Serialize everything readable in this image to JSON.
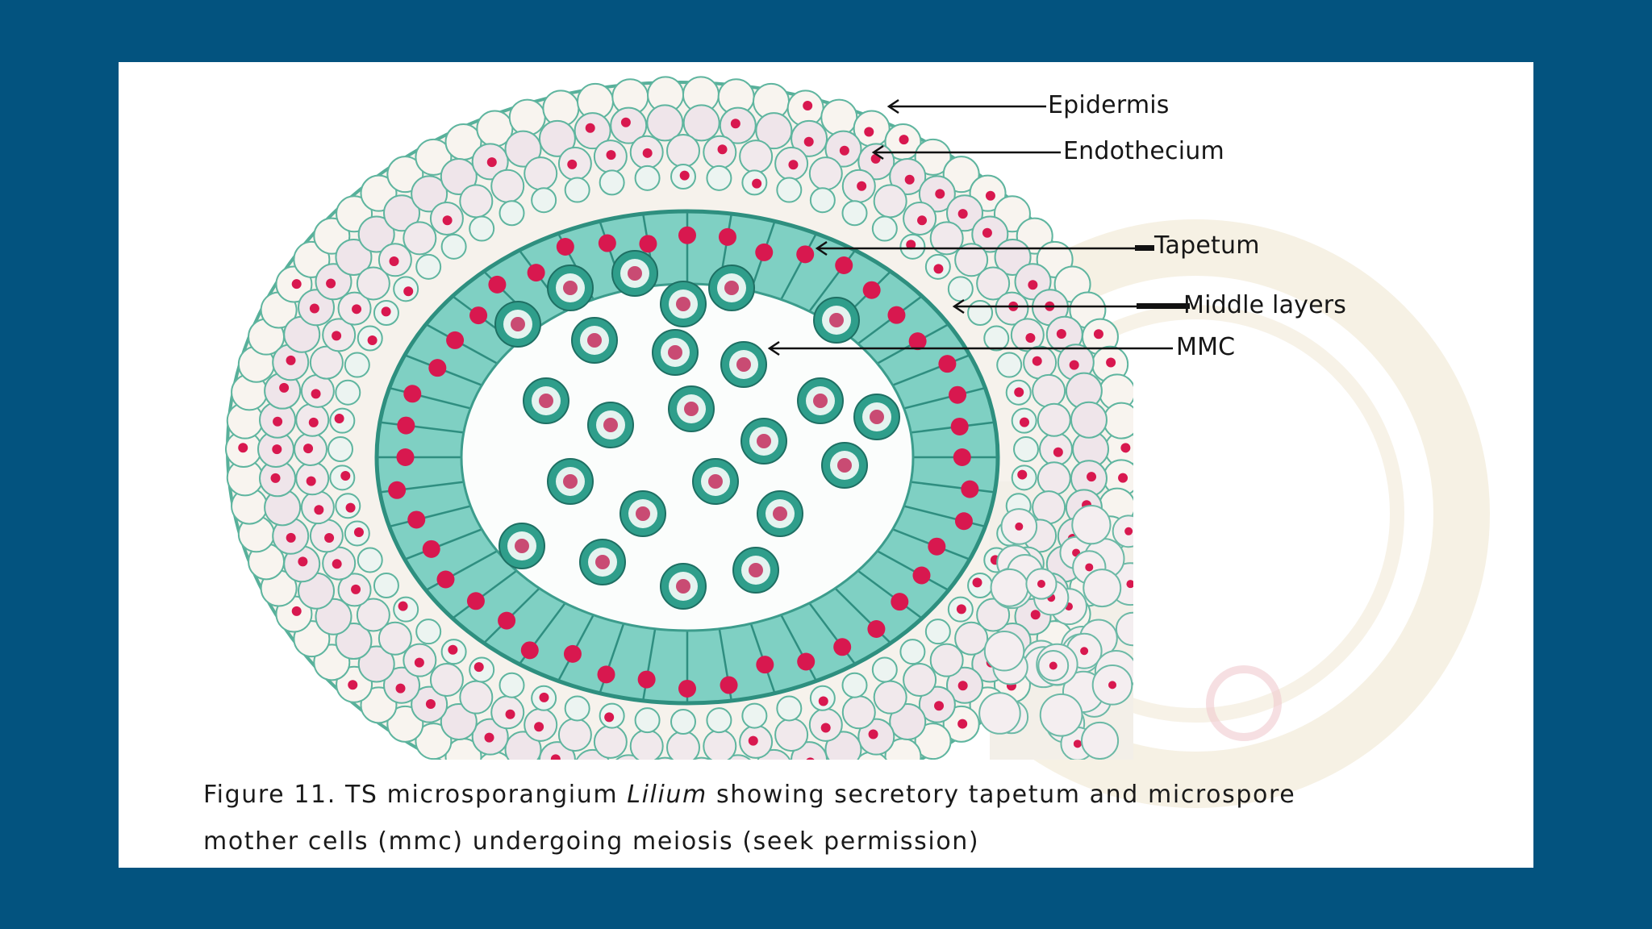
{
  "labels": {
    "epidermis": "Epidermis",
    "endothecium": "Endothecium",
    "tapetum": "Tapetum",
    "middle_layers": "Middle layers",
    "mmc": "MMC"
  },
  "caption": {
    "prefix": "Figure 11. TS microsporangium ",
    "genus": "Lilium",
    "line1_suffix": " showing secretory tapetum and microspore",
    "line2": "mother cells (mmc) undergoing meiosis (seek permission)"
  },
  "colors": {
    "background": "#03537f",
    "tissue_green": "#5fbfae",
    "nucleus_red": "#d8184f",
    "watermark": "#d9c89a"
  }
}
